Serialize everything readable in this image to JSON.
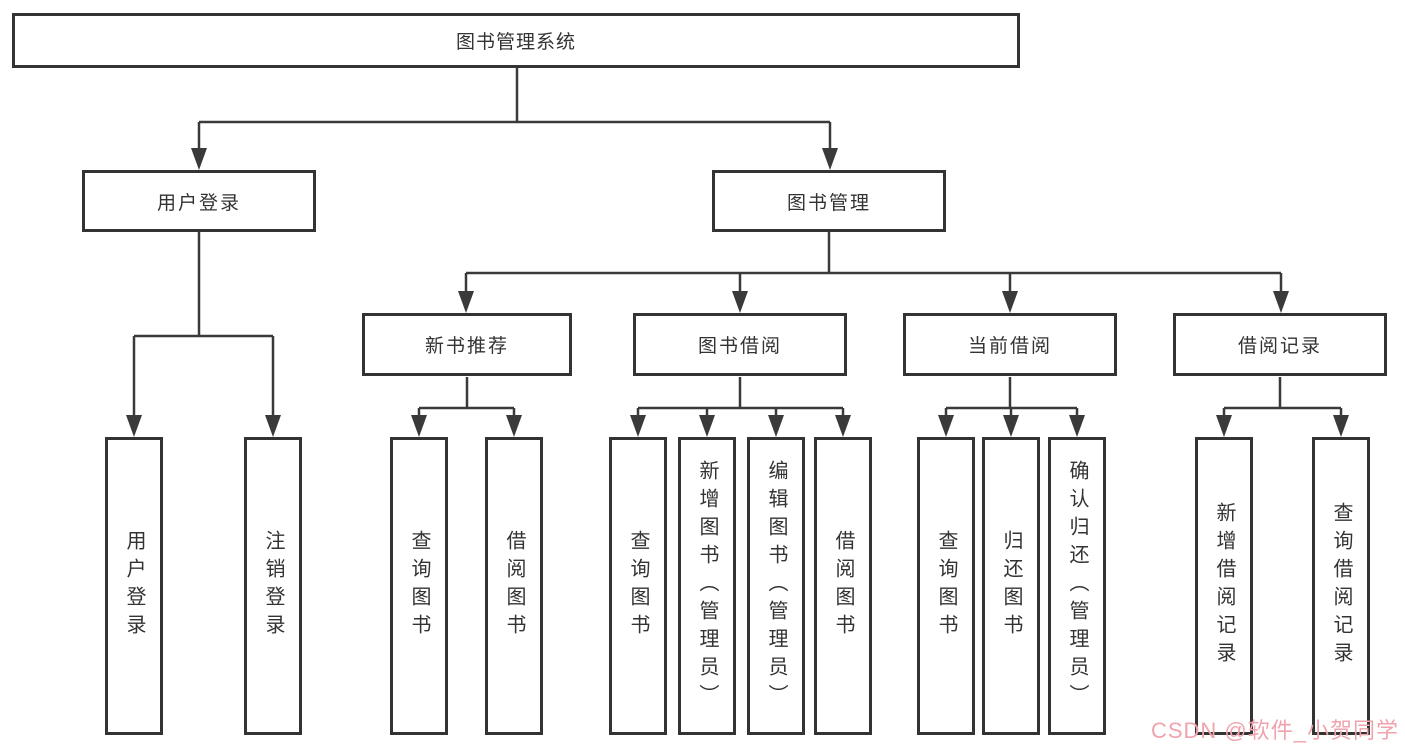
{
  "colors": {
    "line": "#3a3a3a",
    "box_border": "#333333",
    "background": "#ffffff",
    "watermark": "#efa3ad"
  },
  "diagram": {
    "root": {
      "label": "图书管理系统"
    },
    "level2": [
      {
        "label": "用户登录"
      },
      {
        "label": "图书管理"
      }
    ],
    "level3": [
      {
        "label": "新书推荐",
        "parent": "图书管理"
      },
      {
        "label": "图书借阅",
        "parent": "图书管理"
      },
      {
        "label": "当前借阅",
        "parent": "图书管理"
      },
      {
        "label": "借阅记录",
        "parent": "图书管理"
      }
    ],
    "leaves": [
      {
        "label": "用户登录",
        "parent": "用户登录"
      },
      {
        "label": "注销登录",
        "parent": "用户登录"
      },
      {
        "label": "查询图书",
        "parent": "新书推荐"
      },
      {
        "label": "借阅图书",
        "parent": "新书推荐"
      },
      {
        "label": "查询图书",
        "parent": "图书借阅"
      },
      {
        "label": "新增图书（管理员）",
        "parent": "图书借阅"
      },
      {
        "label": "编辑图书（管理员）",
        "parent": "图书借阅"
      },
      {
        "label": "借阅图书",
        "parent": "图书借阅"
      },
      {
        "label": "查询图书",
        "parent": "当前借阅"
      },
      {
        "label": "归还图书",
        "parent": "当前借阅"
      },
      {
        "label": "确认归还（管理员）",
        "parent": "当前借阅"
      },
      {
        "label": "新增借阅记录",
        "parent": "借阅记录"
      },
      {
        "label": "查询借阅记录",
        "parent": "借阅记录"
      }
    ]
  },
  "watermark": {
    "text": "CSDN @软件_小贺同学"
  }
}
